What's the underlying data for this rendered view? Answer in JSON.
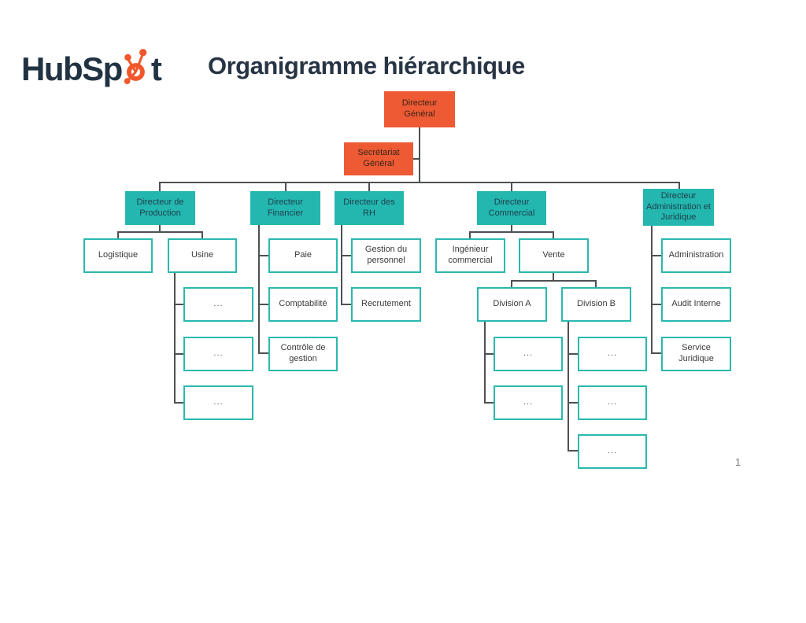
{
  "logo": {
    "part1": "HubSp",
    "part2": "t"
  },
  "title": "Organigramme hiérarchique",
  "page_number": "1",
  "colors": {
    "orange": "#ee5a33",
    "teal": "#23b7b0",
    "box_border": "#2ab9ae",
    "line": "#4d5154",
    "logo_navy": "#213343",
    "sprocket_orange": "#f3562b"
  },
  "nodes": {
    "directeur_general": "Directeur Général",
    "secretariat_general": "Secrétariat Général",
    "directeur_production": "Directeur de Production",
    "directeur_financier": "Directeur Financier",
    "directeur_rh": "Directeur des RH",
    "directeur_commercial": "Directeur Commercial",
    "directeur_admin": "Directeur Administration et Juridique",
    "logistique": "Logistique",
    "usine": "Usine",
    "usine_sub1": "...",
    "usine_sub2": "...",
    "usine_sub3": "...",
    "paie": "Paie",
    "comptabilite": "Comptabilité",
    "controle_gestion": "Contrôle de gestion",
    "gestion_personnel": "Gestion du personnel",
    "recrutement": "Recrutement",
    "ingenieur_commercial": "Ingénieur commercial",
    "vente": "Vente",
    "division_a": "Division A",
    "division_b": "Division B",
    "division_a_sub1": "...",
    "division_a_sub2": "...",
    "division_b_sub1": "...",
    "division_b_sub2": "...",
    "division_b_sub3": "...",
    "administration": "Administration",
    "audit_interne": "Audit Interne",
    "service_juridique": "Service Juridique"
  },
  "structure": {
    "Directeur Général": {
      "assistant": "Secrétariat Général",
      "children": {
        "Directeur de Production": {
          "Logistique": [],
          "Usine": [
            "...",
            "...",
            "..."
          ]
        },
        "Directeur Financier": [
          "Paie",
          "Comptabilité",
          "Contrôle de gestion"
        ],
        "Directeur des RH": [
          "Gestion du personnel",
          "Recrutement"
        ],
        "Directeur Commercial": {
          "Ingénieur commercial": [],
          "Vente": {
            "Division A": [
              "...",
              "..."
            ],
            "Division B": [
              "...",
              "...",
              "..."
            ]
          }
        },
        "Directeur Administration et Juridique": [
          "Administration",
          "Audit Interne",
          "Service Juridique"
        ]
      }
    }
  }
}
